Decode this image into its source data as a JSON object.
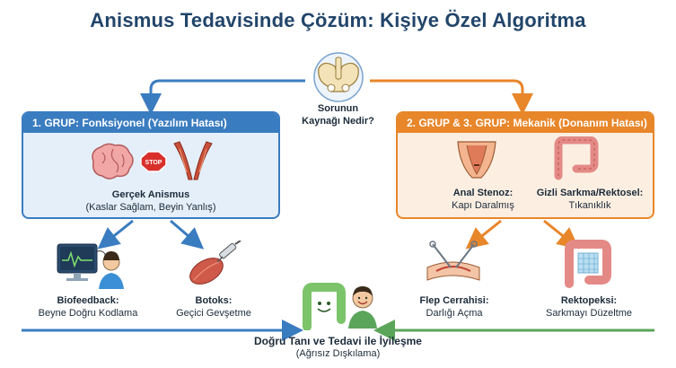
{
  "title": "Anismus Tedavisinde Çözüm: Kişiye Özel Algoritma",
  "center": {
    "question_line1": "Sorunun",
    "question_line2": "Kaynağı Nedir?",
    "icon": "pelvis-icon"
  },
  "left_group": {
    "header": "1. GRUP: Fonksiyonel (Yazılım Hatası)",
    "stop_sign": "STOP",
    "condition_title": "Gerçek Anismus",
    "condition_sub": "(Kaslar Sağlam, Beyin Yanlış)",
    "icons": [
      "brain-icon",
      "stop-sign-icon",
      "muscle-icon"
    ]
  },
  "right_group": {
    "header": "2. GRUP & 3. GRUP: Mekanik (Donanım Hatası)",
    "item1_title": "Anal Stenoz:",
    "item1_sub": "Kapı Daralmış",
    "item2_title": "Gizli Sarkma/Rektosel:",
    "item2_sub": "Tıkanıklık",
    "icons": [
      "anal-canal-icon",
      "intestine-icon"
    ]
  },
  "treatments": {
    "biofeedback_title": "Biofeedback:",
    "biofeedback_sub": "Beyne Doğru Kodlama",
    "botox_title": "Botoks:",
    "botox_sub": "Geçici Gevşetme",
    "flap_title": "Flep Cerrahisi:",
    "flap_sub": "Darlığı Açma",
    "rectopexy_title": "Rektopeksi:",
    "rectopexy_sub": "Sarkmayı Düzeltme"
  },
  "outcome": {
    "title": "Doğru Tanı ve Tedavi ile İyileşme",
    "sub": "(Ağrısız Dışkılama)",
    "icons": [
      "happy-colon-icon",
      "smiling-person-icon"
    ]
  },
  "colors": {
    "blue": "#3a7cc0",
    "orange": "#e8862a",
    "green": "#5aa55a",
    "title": "#22456a"
  }
}
